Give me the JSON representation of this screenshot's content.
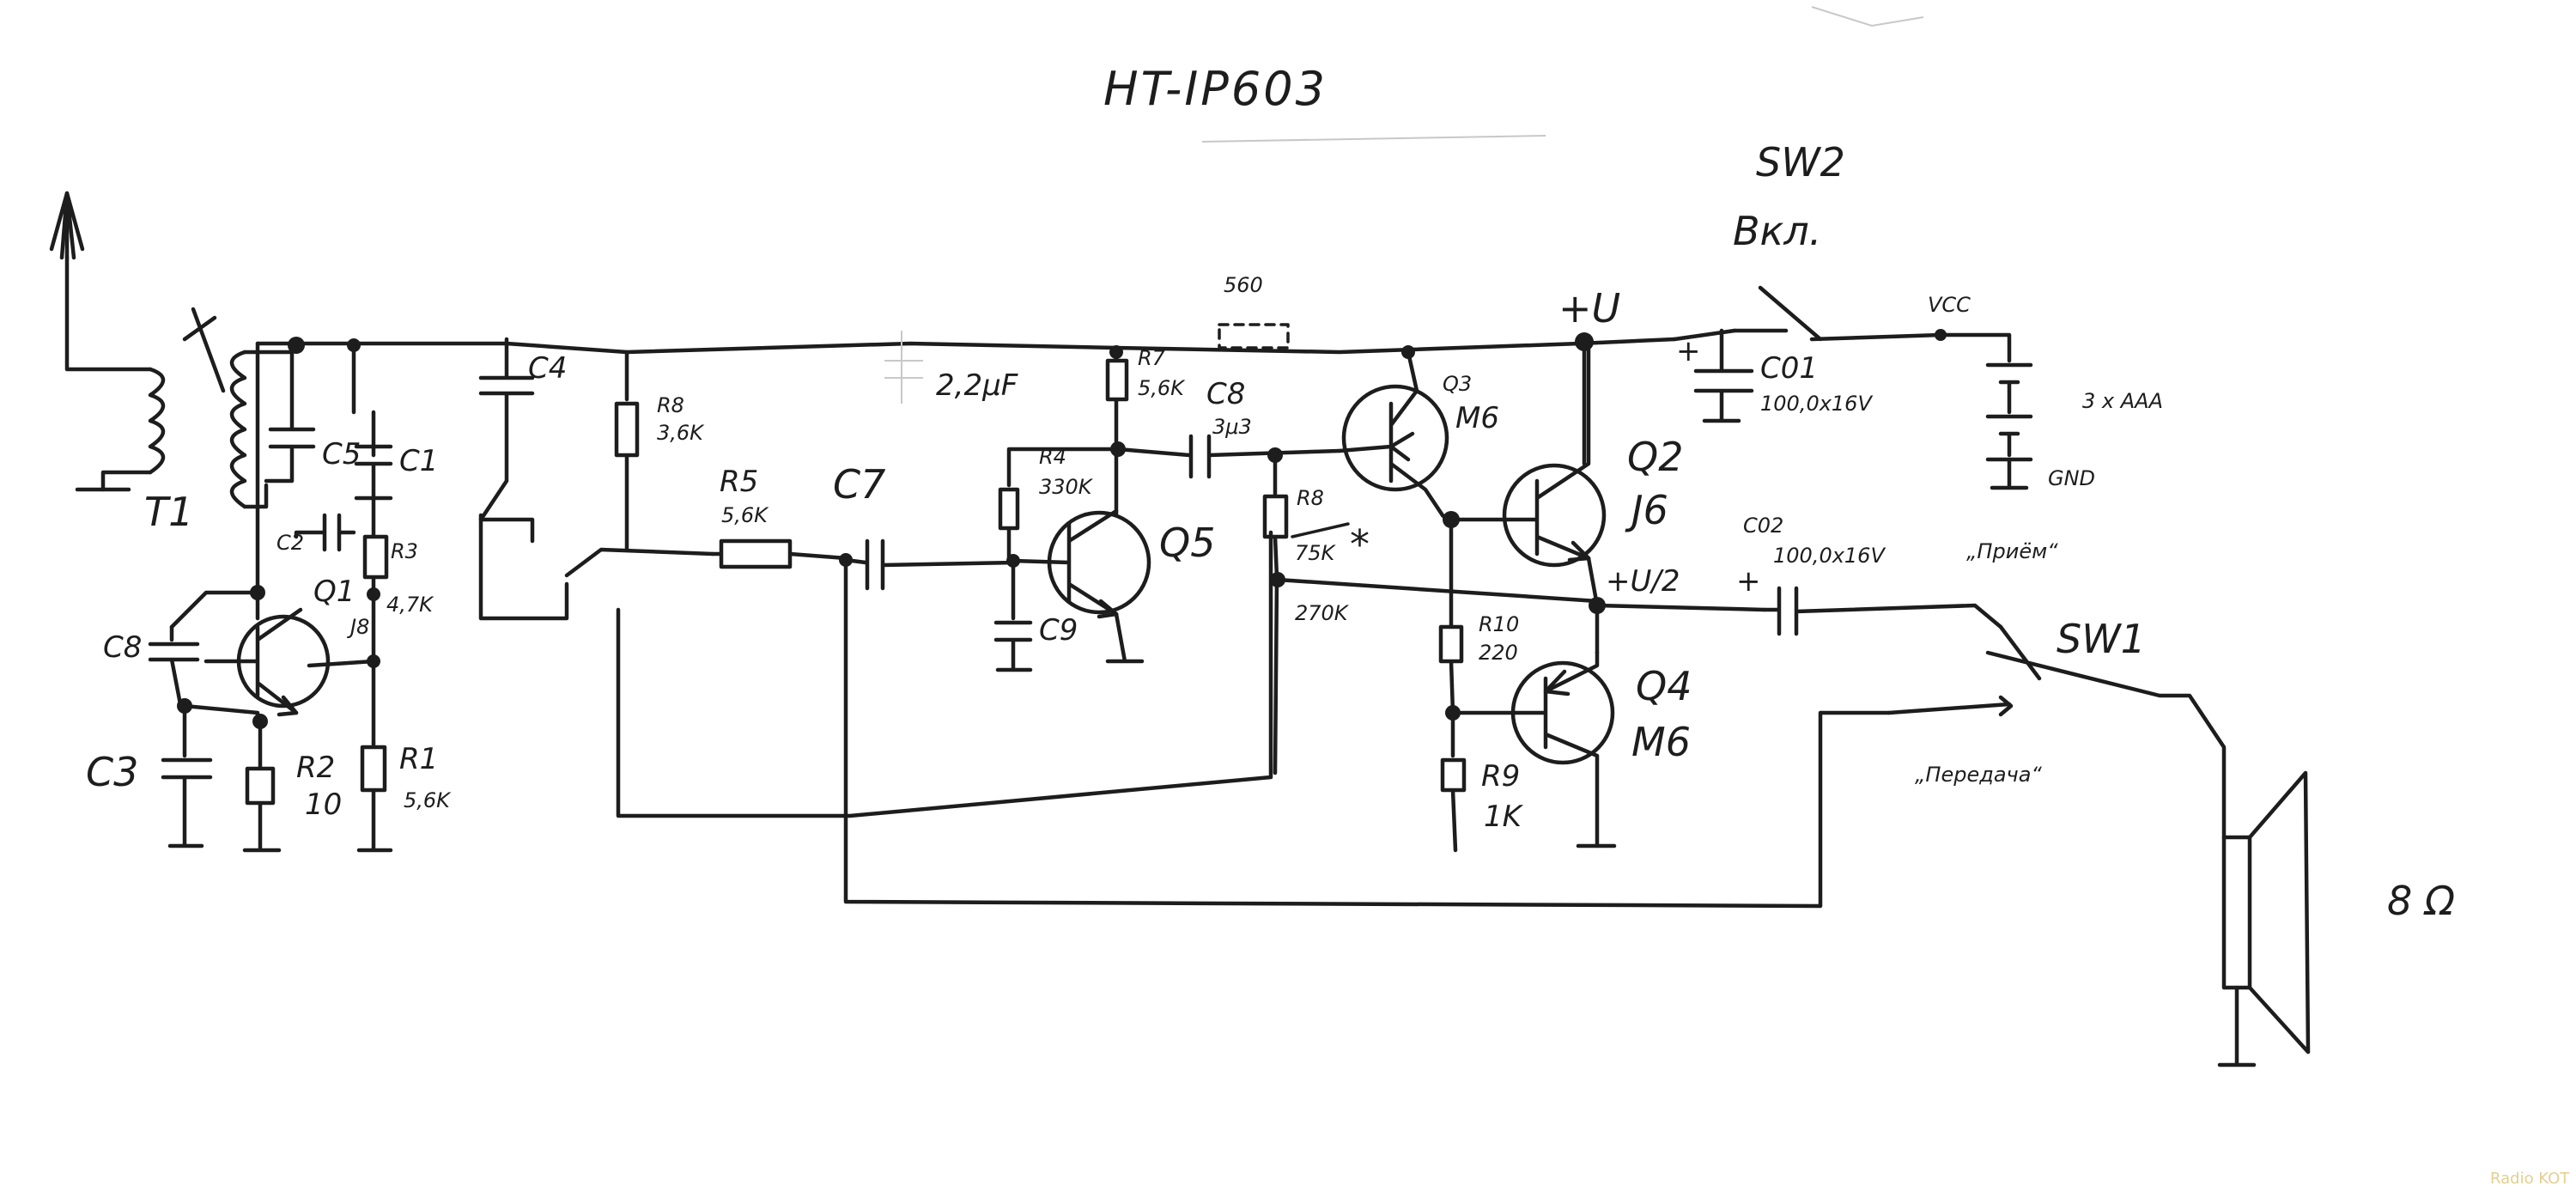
{
  "title": "HT-IP603",
  "labels": {
    "t1": "T1",
    "c5": "C5",
    "c1": "C1",
    "c2": "C2",
    "c4": "C4",
    "r3": "R3",
    "r3_val": "4,7K",
    "q1": "Q1",
    "q1_type": "J8",
    "c8_left": "C8",
    "c3": "C3",
    "r2": "R2",
    "r2_val": "10",
    "r1": "R1",
    "r1_val": "5,6K",
    "r8": "R8",
    "r8_val": "3,6K",
    "r5": "R5",
    "r5_val": "5,6K",
    "c7": "C7",
    "c22": "2,2μF",
    "r7": "R7",
    "r7_val": "5,6K",
    "r4": "R4",
    "r4_val": "330K",
    "c8": "C8",
    "c8_val": "3μ3",
    "q5": "Q5",
    "c9": "C9",
    "r560": "560",
    "r8b": "R8",
    "r8b_val": "75K",
    "r8b_star": "*",
    "r8b_alt": "270K",
    "q3": "Q3",
    "q3_type": "M6",
    "plus_u": "+U",
    "q2": "Q2",
    "q2_type": "J6",
    "half_u": "+U/2",
    "r10": "R10",
    "r10_val": "220",
    "r9": "R9",
    "r9_val": "1K",
    "q4": "Q4",
    "q4_type": "M6",
    "c01": "C01",
    "c01_val": "100,0x16V",
    "c02": "C02",
    "c02_val": "100,0x16V",
    "c01_plus": "+",
    "c02_plus": "+",
    "sw2": "SW2",
    "sw2_on": "Вкл.",
    "vcc": "VCC",
    "battery": "3 x AAA",
    "gnd": "GND",
    "sw1": "SW1",
    "receive": "„Приём“",
    "transmit": "„Передача“",
    "speaker": "8 Ω",
    "watermark": "Radio KOT"
  },
  "colors": {
    "ink": "#1d1d1d",
    "paper": "#ffffff",
    "watermark": "#e3cf90"
  }
}
